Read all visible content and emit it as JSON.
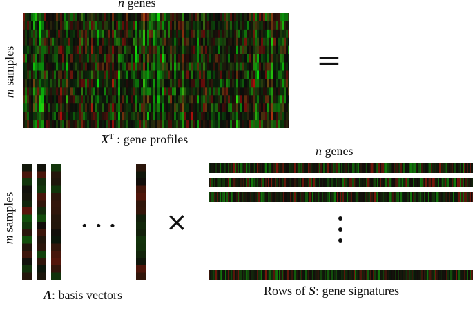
{
  "labels": {
    "top_n": "n",
    "top_genes": " genes",
    "m_top": "m",
    "samples_top": " samples",
    "xt_var": "X",
    "xt_sup": "T",
    "xt_rest": " : gene profiles",
    "m_bottom": "m",
    "samples_bottom": " samples",
    "a_var": "A",
    "a_rest": ": basis vectors",
    "s_prefix": "Rows of ",
    "s_var": "S",
    "s_rest": ": gene signatures",
    "right_n": "n",
    "right_genes": " genes"
  },
  "symbols": {
    "equals": "=",
    "times": "×",
    "h_ellipsis": "• • •"
  },
  "colors": {
    "green": "#1fd43a",
    "red": "#c0282c",
    "dark": "#0a0f0a"
  }
}
